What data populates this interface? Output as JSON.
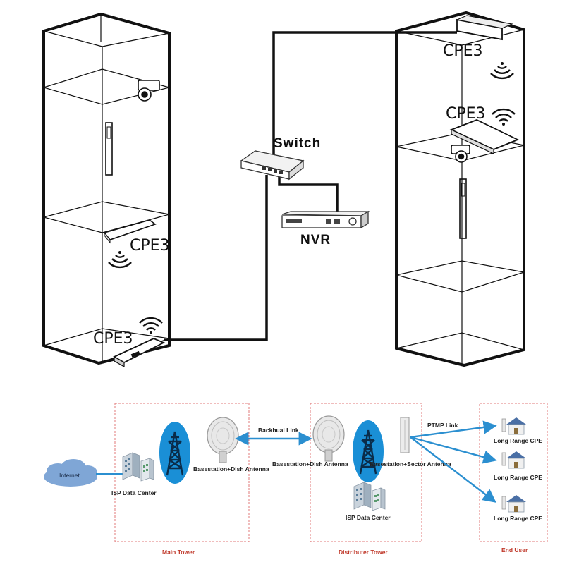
{
  "top_diagram": {
    "cpe_label": "CPE3",
    "switch_label": "Switch",
    "nvr_label": "NVR"
  },
  "bottom_diagram": {
    "internet_label": "Internet",
    "isp_label": "ISP Data Center",
    "basestation_dish_label": "Basestation+Dish Antenna",
    "basestation_sector_label": "Basestation+Sector Antenna",
    "backhaul_label": "Backhual Link",
    "ptmp_label": "PTMP Link",
    "long_range_cpe_label": "Long Range CPE",
    "main_tower_label": "Main Tower",
    "distributer_tower_label": "Distributer Tower",
    "end_user_label": "End User"
  },
  "colors": {
    "tower_blue": "#1a8fd6",
    "link_blue": "#2b8fd0",
    "frame_red": "#e07a7a",
    "label_red": "#c0392b",
    "cloud_blue": "#7fa6d6"
  }
}
